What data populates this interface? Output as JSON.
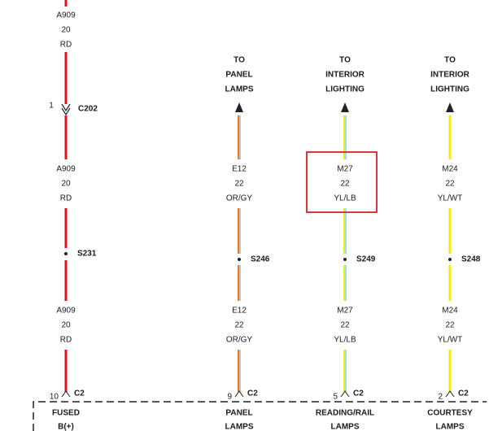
{
  "colors": {
    "red": "#e0141e",
    "orange": "#f07a1e",
    "gray_stripe": "#b0b0b0",
    "yellow": "#f2ee0c",
    "light_blue": "#7fd3ee",
    "highlight": "#d9363e",
    "line": "#222222"
  },
  "wire_colors": {
    "RD": [
      "red"
    ],
    "OR/GY": [
      "orange",
      "gray_stripe"
    ],
    "YL/LB": [
      "yellow",
      "light_blue"
    ],
    "YL/WT": [
      "yellow"
    ]
  },
  "columns": [
    {
      "id": "fused",
      "wire_color": "RD",
      "top_label": [],
      "connector_c202": {
        "pin": "1",
        "name": "C202"
      },
      "splice": {
        "name": "S231"
      },
      "labels": {
        "top": [
          "A909",
          "20",
          "RD"
        ],
        "mid": [
          "A909",
          "20",
          "RD"
        ],
        "bottom": [
          "A909",
          "20",
          "RD"
        ]
      },
      "c2": {
        "pin": "10",
        "name": "C2"
      },
      "device": [
        "FUSED",
        "B(+)"
      ]
    },
    {
      "id": "panel",
      "wire_color": "OR/GY",
      "top_label": [
        "TO",
        "PANEL",
        "LAMPS"
      ],
      "splice": {
        "name": "S246"
      },
      "labels": {
        "mid": [
          "E12",
          "22",
          "OR/GY"
        ],
        "bottom": [
          "E12",
          "22",
          "OR/GY"
        ]
      },
      "c2": {
        "pin": "9",
        "name": "C2"
      },
      "device": [
        "PANEL",
        "LAMPS"
      ]
    },
    {
      "id": "reading",
      "wire_color": "YL/LB",
      "highlighted": true,
      "top_label": [
        "TO",
        "INTERIOR",
        "LIGHTING"
      ],
      "splice": {
        "name": "S249"
      },
      "labels": {
        "mid": [
          "M27",
          "22",
          "YL/LB"
        ],
        "bottom": [
          "M27",
          "22",
          "YL/LB"
        ]
      },
      "c2": {
        "pin": "5",
        "name": "C2"
      },
      "device": [
        "READING/RAIL",
        "LAMPS"
      ]
    },
    {
      "id": "courtesy",
      "wire_color": "YL/WT",
      "top_label": [
        "TO",
        "INTERIOR",
        "LIGHTING"
      ],
      "splice": {
        "name": "S248"
      },
      "labels": {
        "mid": [
          "M24",
          "22",
          "YL/WT"
        ],
        "bottom": [
          "M24",
          "22",
          "YL/WT"
        ]
      },
      "c2": {
        "pin": "2",
        "name": "C2"
      },
      "device": [
        "COURTESY",
        "LAMPS"
      ]
    }
  ]
}
